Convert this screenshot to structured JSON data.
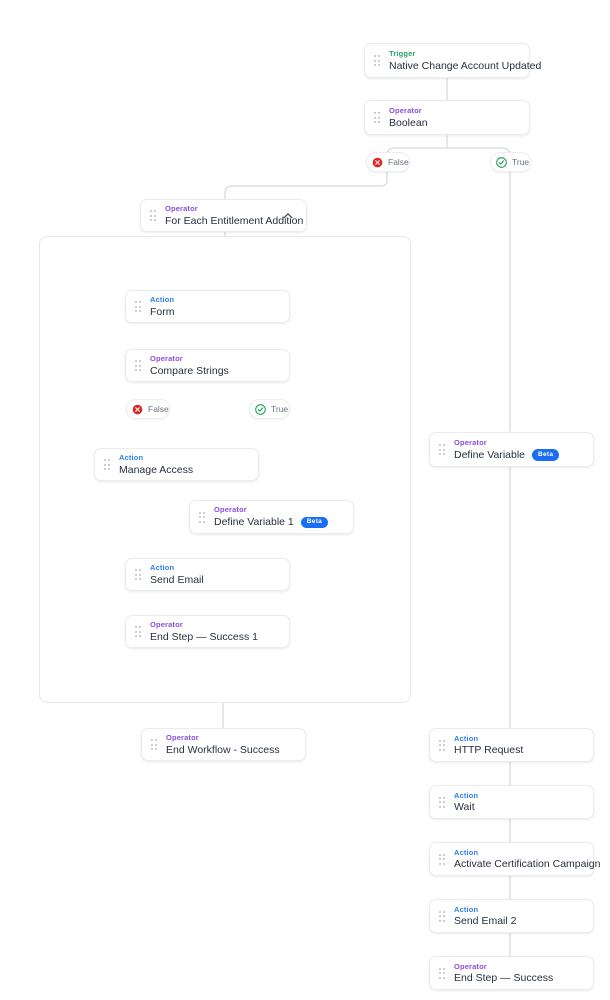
{
  "canvas": {
    "background": "#ffffff",
    "edge_color": "#d3d7de"
  },
  "palette": {
    "trigger": "#2aa36b",
    "operator": "#8a4fe0",
    "action": "#2f80ed",
    "beta_badge_bg": "#1a6ef5",
    "false_icon": "#e02424",
    "true_icon": "#1e9e52",
    "node_border": "#e9ebef",
    "container_border": "#e6e8ec"
  },
  "nodes": {
    "trigger": {
      "kind": "Trigger",
      "title": "Native Change Account Updated"
    },
    "boolean": {
      "kind": "Operator",
      "title": "Boolean"
    },
    "for_each": {
      "kind": "Operator",
      "title": "For Each Entitlement Addition"
    },
    "form": {
      "kind": "Action",
      "title": "Form"
    },
    "compare_strings": {
      "kind": "Operator",
      "title": "Compare Strings"
    },
    "manage_access": {
      "kind": "Action",
      "title": "Manage Access"
    },
    "define_variable_1": {
      "kind": "Operator",
      "title": "Define Variable 1",
      "badge": "Beta"
    },
    "send_email": {
      "kind": "Action",
      "title": "Send Email"
    },
    "end_step_success_1": {
      "kind": "Operator",
      "title": "End Step — Success 1"
    },
    "end_workflow_success": {
      "kind": "Operator",
      "title": "End Workflow - Success"
    },
    "define_variable": {
      "kind": "Operator",
      "title": "Define Variable",
      "badge": "Beta"
    },
    "http_request": {
      "kind": "Action",
      "title": "HTTP Request"
    },
    "wait": {
      "kind": "Action",
      "title": "Wait"
    },
    "activate_certification_campaign": {
      "kind": "Action",
      "title": "Activate Certification Campaign"
    },
    "send_email_2": {
      "kind": "Action",
      "title": "Send Email 2"
    },
    "end_step_success": {
      "kind": "Operator",
      "title": "End Step — Success"
    }
  },
  "branch_badges": {
    "boolean_false": {
      "label": "False",
      "icon": "x-circle-icon"
    },
    "boolean_true": {
      "label": "True",
      "icon": "check-circle-icon"
    },
    "compare_false": {
      "label": "False",
      "icon": "x-circle-icon"
    },
    "compare_true": {
      "label": "True",
      "icon": "check-circle-icon"
    }
  },
  "icons": {
    "drag_handle": "drag-handle-icon",
    "collapse": "chevron-up-icon"
  }
}
